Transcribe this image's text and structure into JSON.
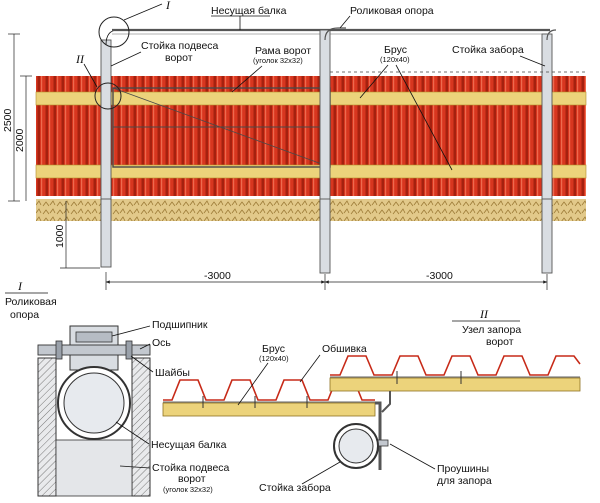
{
  "labels": {
    "main_beam": "Несущая балка",
    "roller_support": "Роликовая опора",
    "gate_post": "Стойка подвеса",
    "gate_post_2": "ворот",
    "gate_frame": "Рама ворот",
    "gate_frame_sub": "(уголок 32x32)",
    "beam": "Брус",
    "beam_sub": "(120x40)",
    "fence_post": "Стойка забора"
  },
  "callouts": {
    "node_one": "I",
    "node_two": "II"
  },
  "dimensions": {
    "height_total": "2500",
    "height_fence": "2000",
    "depth": "1000",
    "span_left": "-3000",
    "span_right": "-3000"
  },
  "detail_one": {
    "numeral": "I",
    "title_line1": "Роликовая",
    "title_line2": "опора",
    "bearing": "Подшипник",
    "axle": "Ось",
    "washers": "Шайбы",
    "main_beam": "Несущая балка",
    "gate_post_line1": "Стойка подвеса",
    "gate_post_line2": "ворот",
    "gate_post_sub": "(уголок 32x32)"
  },
  "detail_two": {
    "numeral": "II",
    "title_line1": "Узел запора",
    "title_line2": "ворот",
    "beam": "Брус",
    "beam_sub": "(120x40)",
    "sheathing": "Обшивка",
    "fence_post": "Стойка забора",
    "lugs_line1": "Проушины",
    "lugs_line2": "для запора"
  },
  "colors": {
    "corrugated_red": "#d8361f",
    "corrugated_dark": "#a5210f",
    "timber_yellow": "#ecd37b",
    "ground": "#e2c98a",
    "steel": "#cfd3d8"
  }
}
